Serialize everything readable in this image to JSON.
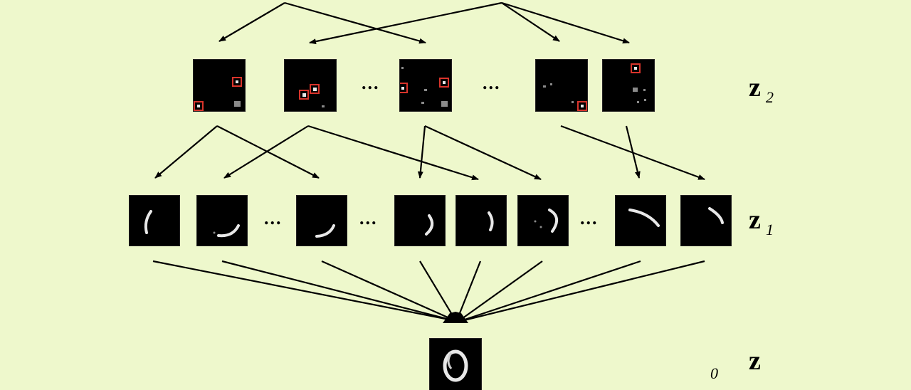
{
  "labels": {
    "z2": {
      "letter": "z",
      "sub": "2"
    },
    "z1": {
      "letter": "z",
      "sub": "1"
    },
    "z0": {
      "letter": "z",
      "sub": "0"
    }
  },
  "ellipsis": "...",
  "colors": {
    "background": "#eef8cc",
    "tile": "#000000",
    "highlight_box": "#d9342b",
    "stroke_bright": "#e8e8e8",
    "stroke_dim": "#8a8a8a",
    "arrow": "#000000"
  }
}
